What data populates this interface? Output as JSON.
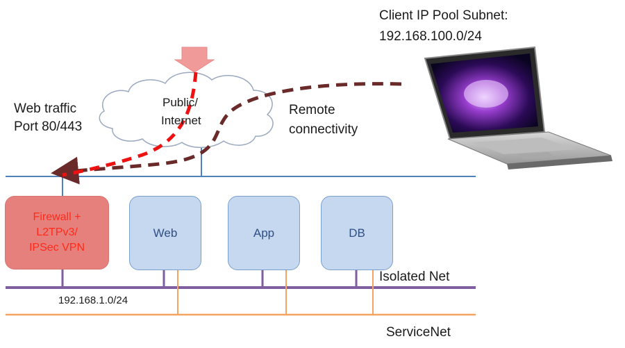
{
  "client": {
    "title": "Client IP Pool Subnet:",
    "subnet": "192.168.100.0/24"
  },
  "cloud": {
    "line1": "Public/",
    "line2": "Internet"
  },
  "web_traffic": {
    "line1": "Web traffic",
    "line2": "Port 80/443"
  },
  "remote": {
    "line1": "Remote",
    "line2": "connectivity"
  },
  "nodes": {
    "firewall": {
      "line1": "Firewall +",
      "line2": "L2TPv3/",
      "line3": "IPSec VPN"
    },
    "web": "Web",
    "app": "App",
    "db": "DB"
  },
  "networks": {
    "isolated": "Isolated Net",
    "isolated_subnet": "192.168.1.0/24",
    "service": "ServiceNet"
  },
  "colors": {
    "public_line": "#4f81bd",
    "isolated_line": "#7f5f9f",
    "service_line": "#f4a460",
    "web_flow": "#ee1111",
    "remote_flow": "#6b2a2a",
    "firewall_fill": "#e6807c",
    "firewall_text": "#ff2a1a",
    "server_fill": "#c6d8ef",
    "server_border": "#7a9fcd",
    "server_text": "#2f4f84",
    "inbound_arrow": "#f09a9a"
  }
}
